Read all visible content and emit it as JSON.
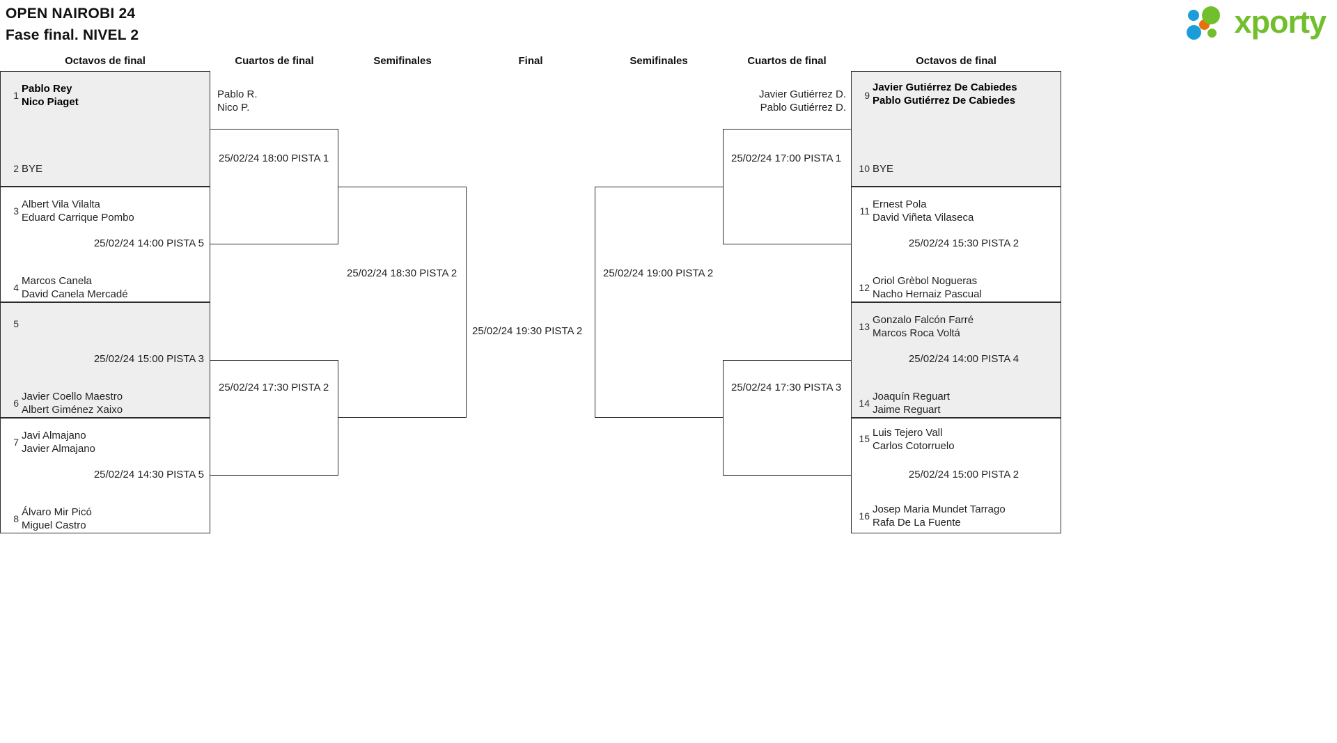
{
  "header": {
    "title_line1": "OPEN NAIROBI 24",
    "title_line2": "Fase final. NIVEL 2",
    "logo_text": "xporty"
  },
  "round_headers": {
    "left_r16": "Octavos de final",
    "left_qf": "Cuartos de final",
    "left_sf": "Semifinales",
    "final": "Final",
    "right_sf": "Semifinales",
    "right_qf": "Cuartos de final",
    "right_r16": "Octavos de final"
  },
  "bracket": {
    "left_r16": [
      {
        "match_id": "L-R16-1",
        "shaded": true,
        "schedule": "",
        "teams": [
          {
            "seed": "1",
            "players": [
              "Pablo Rey",
              "Nico Piaget"
            ],
            "winner": true
          },
          {
            "seed": "2",
            "players": [
              "BYE"
            ],
            "winner": false
          }
        ]
      },
      {
        "match_id": "L-R16-2",
        "shaded": false,
        "schedule": "25/02/24 14:00 PISTA 5",
        "teams": [
          {
            "seed": "3",
            "players": [
              "Albert Vila Vilalta",
              "Eduard Carrique Pombo"
            ],
            "winner": false
          },
          {
            "seed": "4",
            "players": [
              "Marcos Canela",
              "David Canela Mercadé"
            ],
            "winner": false
          }
        ]
      },
      {
        "match_id": "L-R16-3",
        "shaded": true,
        "schedule": "25/02/24 15:00 PISTA 3",
        "teams": [
          {
            "seed": "5",
            "players": [
              ""
            ],
            "winner": false
          },
          {
            "seed": "6",
            "players": [
              "Javier Coello Maestro",
              "Albert Giménez Xaixo"
            ],
            "winner": false
          }
        ]
      },
      {
        "match_id": "L-R16-4",
        "shaded": false,
        "schedule": "25/02/24 14:30 PISTA 5",
        "teams": [
          {
            "seed": "7",
            "players": [
              "Javi Almajano",
              "Javier Almajano"
            ],
            "winner": false
          },
          {
            "seed": "8",
            "players": [
              "Álvaro Mir Picó",
              "Miguel Castro"
            ],
            "winner": false
          }
        ]
      }
    ],
    "right_r16": [
      {
        "match_id": "R-R16-1",
        "shaded": true,
        "schedule": "",
        "teams": [
          {
            "seed": "9",
            "players": [
              "Javier Gutiérrez De Cabiedes",
              "Pablo Gutiérrez De Cabiedes"
            ],
            "winner": true
          },
          {
            "seed": "10",
            "players": [
              "BYE"
            ],
            "winner": false
          }
        ]
      },
      {
        "match_id": "R-R16-2",
        "shaded": false,
        "schedule": "25/02/24 15:30 PISTA 2",
        "teams": [
          {
            "seed": "11",
            "players": [
              "Ernest Pola",
              "David Viñeta Vilaseca"
            ],
            "winner": false
          },
          {
            "seed": "12",
            "players": [
              "Oriol Grèbol Nogueras",
              "Nacho Hernaiz Pascual"
            ],
            "winner": false
          }
        ]
      },
      {
        "match_id": "R-R16-3",
        "shaded": true,
        "schedule": "25/02/24 14:00 PISTA 4",
        "teams": [
          {
            "seed": "13",
            "players": [
              "Gonzalo Falcón Farré",
              "Marcos Roca Voltá"
            ],
            "winner": false
          },
          {
            "seed": "14",
            "players": [
              "Joaquín Reguart",
              "Jaime Reguart"
            ],
            "winner": false
          }
        ]
      },
      {
        "match_id": "R-R16-4",
        "shaded": false,
        "schedule": "25/02/24 15:00 PISTA 2",
        "teams": [
          {
            "seed": "15",
            "players": [
              "Luis Tejero Vall",
              "Carlos Cotorruelo"
            ],
            "winner": false
          },
          {
            "seed": "16",
            "players": [
              "Josep Maria Mundet Tarrago",
              "Rafa De La Fuente"
            ],
            "winner": false
          }
        ]
      }
    ],
    "left_qf": [
      {
        "match_id": "L-QF-1",
        "advanced": [
          "Pablo R.",
          "Nico P."
        ],
        "schedule": "25/02/24 18:00 PISTA 1"
      },
      {
        "match_id": "L-QF-2",
        "advanced": [],
        "schedule": "25/02/24 17:30 PISTA 2"
      }
    ],
    "right_qf": [
      {
        "match_id": "R-QF-1",
        "advanced": [
          "Javier Gutiérrez D.",
          "Pablo Gutiérrez D."
        ],
        "schedule": "25/02/24 17:00 PISTA 1"
      },
      {
        "match_id": "R-QF-2",
        "advanced": [],
        "schedule": "25/02/24 17:30 PISTA 3"
      }
    ],
    "left_sf": [
      {
        "match_id": "L-SF-1",
        "advanced": [],
        "schedule": "25/02/24 18:30 PISTA 2"
      }
    ],
    "right_sf": [
      {
        "match_id": "R-SF-1",
        "advanced": [],
        "schedule": "25/02/24 19:00 PISTA 2"
      }
    ],
    "final": {
      "match_id": "FINAL",
      "schedule": "25/02/24 19:30 PISTA 2"
    }
  }
}
